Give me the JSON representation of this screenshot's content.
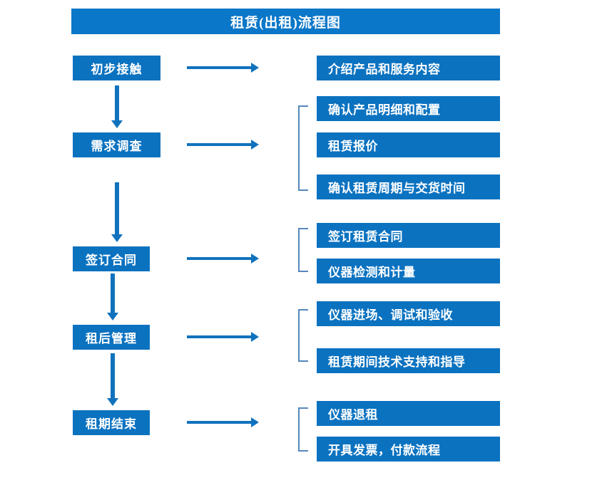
{
  "title": "租赁(出租)流程图",
  "colors": {
    "title_bar": "#0b77c8",
    "node": "#0b72c0",
    "arrow": "#1072bd",
    "bracket": "#5588bb",
    "text": "#ffffff",
    "background": "#ffffff"
  },
  "chart_data": {
    "type": "diagram",
    "title": "租赁(出租)流程图",
    "stages": [
      {
        "label": "初步接触",
        "details": [
          "介绍产品和服务内容"
        ],
        "grouped": false
      },
      {
        "label": "需求调查",
        "details": [
          "确认产品明细和配置",
          "租赁报价",
          "确认租赁周期与交货时间"
        ],
        "grouped": true
      },
      {
        "label": "签订合同",
        "details": [
          "签订租赁合同",
          "仪器检测和计量"
        ],
        "grouped": true
      },
      {
        "label": "租后管理",
        "details": [
          "仪器进场、调试和验收",
          "租赁期间技术支持和指导"
        ],
        "grouped": true
      },
      {
        "label": "租期结束",
        "details": [
          "仪器退租",
          "开具发票，付款流程"
        ],
        "grouped": true
      }
    ]
  },
  "flow": {
    "left_nodes": [
      {
        "label": "初步接触"
      },
      {
        "label": "需求调查"
      },
      {
        "label": "签订合同"
      },
      {
        "label": "租后管理"
      },
      {
        "label": "租期结束"
      }
    ],
    "right_nodes": [
      {
        "label": "介绍产品和服务内容"
      },
      {
        "label": "确认产品明细和配置"
      },
      {
        "label": "租赁报价"
      },
      {
        "label": "确认租赁周期与交货时间"
      },
      {
        "label": "签订租赁合同"
      },
      {
        "label": "仪器检测和计量"
      },
      {
        "label": "仪器进场、调试和验收"
      },
      {
        "label": "租赁期间技术支持和指导"
      },
      {
        "label": "仪器退租"
      },
      {
        "label": "开具发票，付款流程"
      }
    ]
  }
}
